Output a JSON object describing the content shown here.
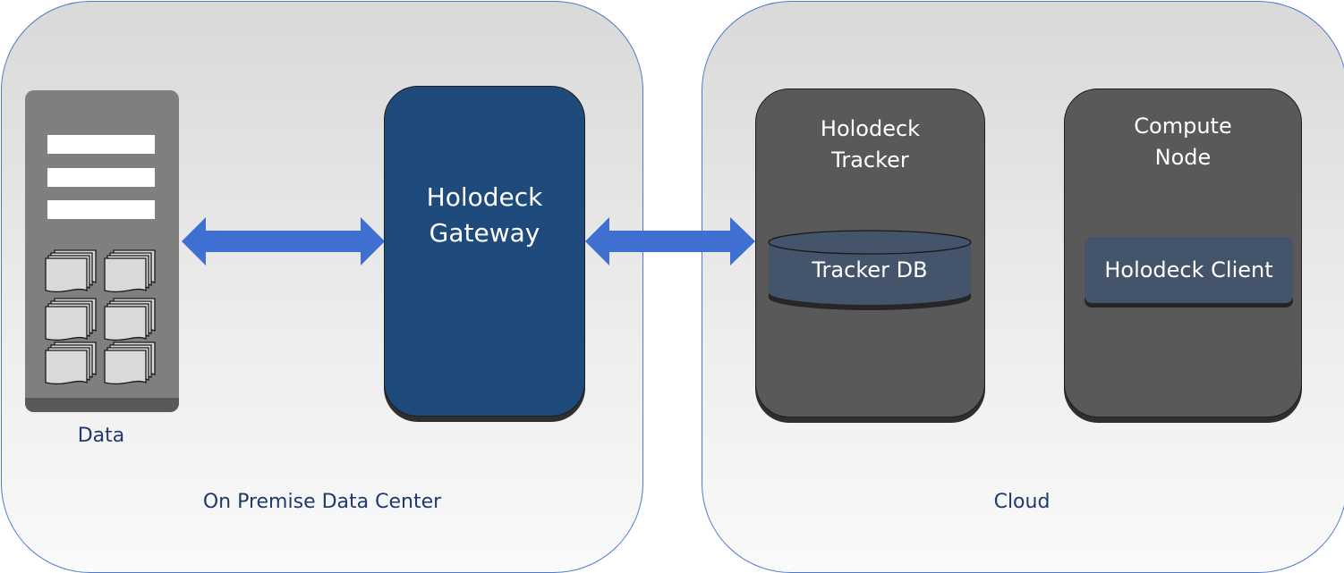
{
  "regions": {
    "on_premise": {
      "label": "On Premise Data Center"
    },
    "cloud": {
      "label": "Cloud"
    }
  },
  "data_store": {
    "label": "Data"
  },
  "gateway": {
    "title_line1": "Holodeck",
    "title_line2": "Gateway"
  },
  "tracker": {
    "title_line1": "Holodeck",
    "title_line2": "Tracker",
    "db_label": "Tracker DB"
  },
  "compute": {
    "title_line1": "Compute",
    "title_line2": "Node",
    "client_label": "Holodeck Client"
  },
  "colors": {
    "region_border": "#4f7ac7",
    "gateway": "#1f4a7c",
    "node": "#595959",
    "arrow": "#3f6fd0",
    "db": "#44546a",
    "label_text": "#1f3a6e"
  }
}
